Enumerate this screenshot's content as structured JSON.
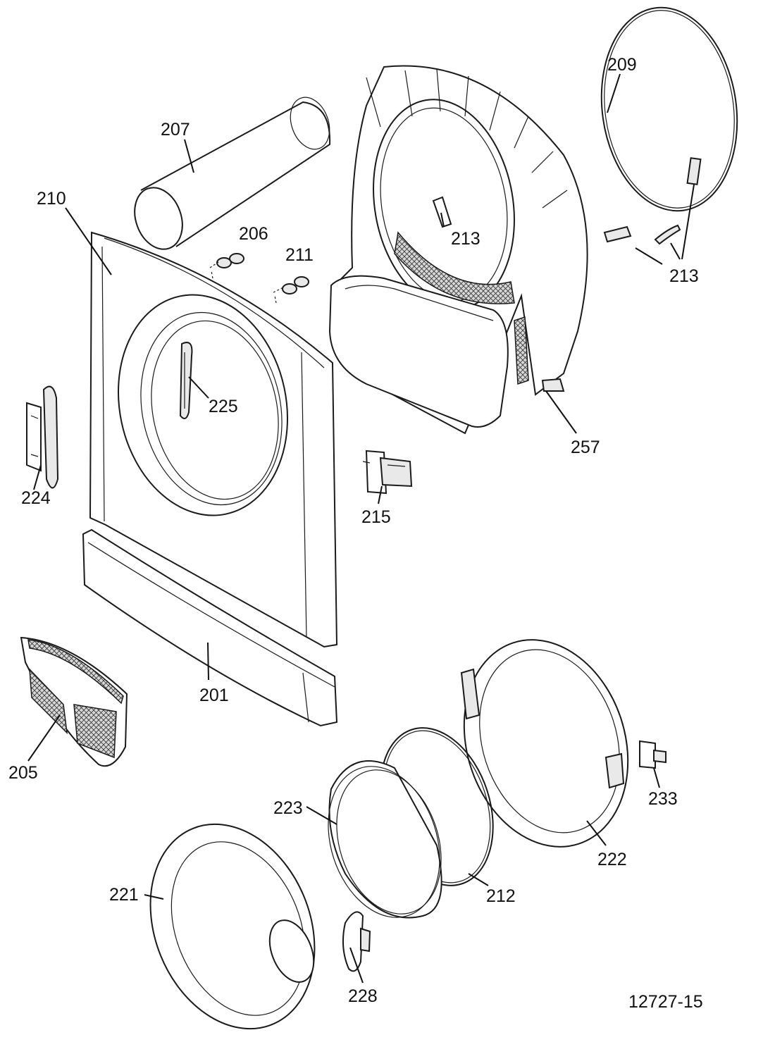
{
  "diagram": {
    "drawing_number": "12727-15",
    "labels": {
      "p201": "201",
      "p205": "205",
      "p206": "206",
      "p207": "207",
      "p209": "209",
      "p210": "210",
      "p211": "211",
      "p212": "212",
      "p213a": "213",
      "p213b": "213",
      "p215": "215",
      "p221": "221",
      "p222": "222",
      "p223": "223",
      "p224": "224",
      "p225": "225",
      "p228": "228",
      "p233": "233",
      "p257": "257"
    }
  }
}
